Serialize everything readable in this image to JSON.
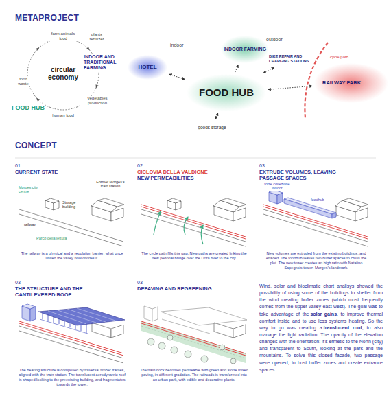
{
  "diagram": {
    "nodes": [
      {
        "text": [
          "HOTEL"
        ]
      },
      {
        "text": [
          "INDOOR FARMING"
        ]
      },
      {
        "text": [
          "FOOD HUB"
        ]
      },
      {
        "text": [
          "BIKE REPAIR AND CHARGING STATIONS"
        ]
      },
      {
        "text": [
          "RAILWAY PARK"
        ]
      },
      {
        "text": [
          "goods storage"
        ]
      }
    ],
    "edges": [
      {
        "from": 0,
        "to": 2,
        "arrow": "both"
      },
      {
        "from": 2,
        "to": 1,
        "arrow": "to"
      },
      {
        "from": 2,
        "to": 3,
        "arrow": "both"
      },
      {
        "from": 2,
        "to": 4,
        "arrow": "both"
      },
      {
        "from": 5,
        "to": 2,
        "arrow": "both"
      }
    ],
    "labels": [
      "METAPROJECT",
      "circular economy",
      "FOOD HUB",
      "INDOOR AND TRADITIONAL FARMING",
      "farm animals food",
      "plants fertilizer",
      "vegetables production",
      "human food",
      "food waste",
      "indoor",
      "outdoor",
      "cycle path",
      "CONCEPT",
      "01",
      "CURRENT STATE",
      "Former Morges's train station",
      "Morges city centre",
      "Storage building",
      "railway",
      "Parco della lettura",
      "The railway is a physical and a regulation barrier: what once united the valley now divides it.",
      "02",
      "CICLOVIA DELLA VALDIGNE",
      "NEW PERMEABILITIES",
      "The cycle path fills this gap. New paths are created linking the new pedonal bridge over the Dora river to the city.",
      "03",
      "EXTRUDE VOLUMES, LEAVING PASSAGE SPACES",
      "torre collezione indoor",
      "foodhub",
      "New volumes are extruded from the existing buildings, and effaced. The foodhub leaves two buffer spaces to cross the plot. The new tower creates an high ratio with Natalino Sapegno's tower: Morges's landmark.",
      "03",
      "THE STRUCTURE AND THE CANTILEVERED ROOF",
      "The bearing structure is composed by traversal timber frames, aligned with the train station. The translucent aerodynamic roof is shaped looking to the preexisting building, and fragmentates towards the tower.",
      "03",
      "DEPAVING AND REGREENING",
      "The train dock becomes permeable with green and stone mixed paving, in different gradation. The railroads is transformed into an urban park, with edible and decorative plants.",
      "Wind, solar and bioclimatic chart analisys showed the possibility of using some of the buildings to shelter from the wind creating buffer zones (which most frequently comes from the upper valley east-west). The goal was to take advantage of the",
      "solar gains",
      ", to improve thermal comfort inside and to use less systems heating. So the way to go was creating a",
      "translucent roof",
      ", to also manage the light radiation. The opacity of the elevation changes with the orientation: it's ermetic to the North (city) and transparent to South, looking at the park and the mountains. To solve this closed facade, two passage were opened, to host buffer zones and create entrance spaces."
    ]
  }
}
